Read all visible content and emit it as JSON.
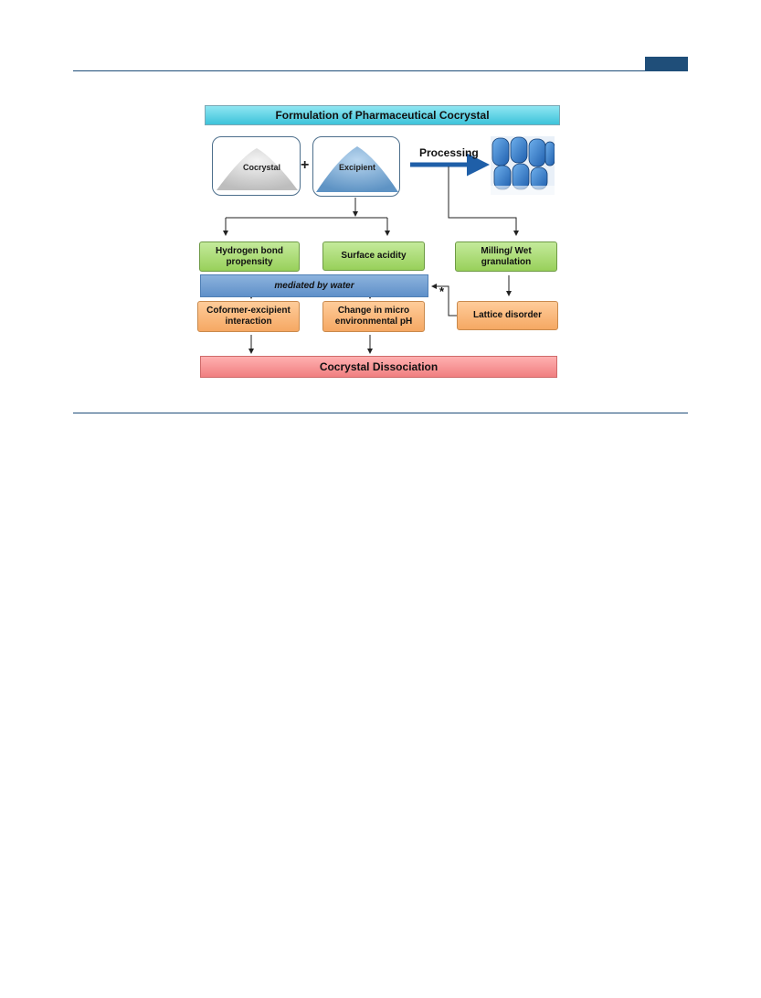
{
  "header": {
    "accent_color": "#1f4e79"
  },
  "diagram": {
    "title": "Formulation of Pharmaceutical Cocrystal",
    "cocrystal_label": "Cocrystal",
    "plus": "+",
    "excipient_label": "Excipient",
    "processing_label": "Processing",
    "hydrogen_bond": "Hydrogen bond propensity",
    "surface_acidity": "Surface acidity",
    "milling": "Milling/ Wet granulation",
    "mediated_by_water": "mediated by water",
    "star": "*",
    "coformer_excipient": "Coformer-excipient interaction",
    "change_ph": "Change in micro environmental pH",
    "lattice_disorder": "Lattice disorder",
    "dissociation": "Cocrystal Dissociation",
    "colors": {
      "title_bar": "#4ec8dc",
      "green": "#a8d86e",
      "orange": "#f7b577",
      "water": "#6f9bd0",
      "dissociation": "#f48c8c",
      "tablet": "#3b7fd0"
    }
  }
}
